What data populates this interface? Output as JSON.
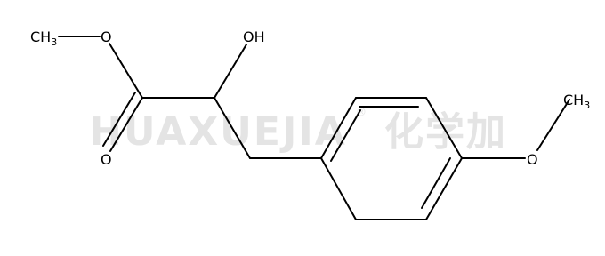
{
  "watermark": {
    "latin": "HUAXUEJIA",
    "registered": "®",
    "chinese": "化学加"
  },
  "atoms": {
    "methyl_left": {
      "main": "CH",
      "sub": "3"
    },
    "ester_o": "O",
    "hydroxyl": "OH",
    "carbonyl_o": "O",
    "ether_o": "O",
    "methyl_right": {
      "main": "CH",
      "sub": "3"
    }
  }
}
